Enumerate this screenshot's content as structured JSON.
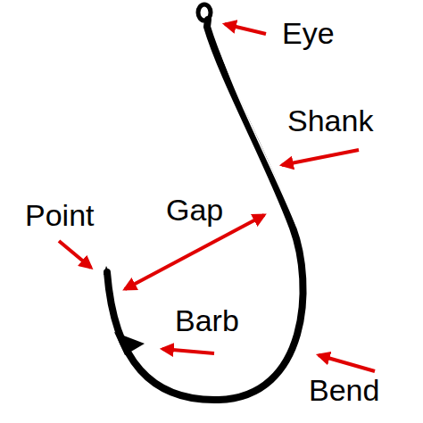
{
  "diagram": {
    "labels": [
      "Eye",
      "Shank",
      "Point",
      "Gap",
      "Barb",
      "Bend"
    ]
  }
}
